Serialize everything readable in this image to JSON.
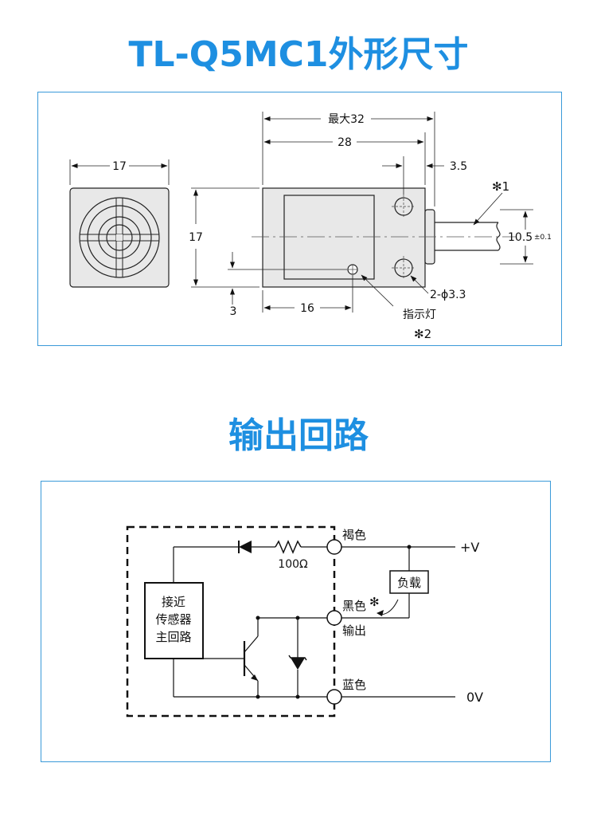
{
  "titles": {
    "dimensions": "TL-Q5MC1外形尺寸",
    "circuit": "输出回路"
  },
  "dimension_drawing": {
    "front_width": "17",
    "max_length": "最大32",
    "body_length": "28",
    "hole_offset": "3.5",
    "height": "17",
    "cable_diameter": "10.5",
    "cable_tolerance": "±0.1",
    "note1": "✻1",
    "hole_spec": "2-ϕ3.3",
    "indicator_label": "指示灯",
    "note2": "✻2",
    "indicator_x": "16",
    "indicator_y": "3"
  },
  "circuit_diagram": {
    "resistor": "100Ω",
    "main_circuit_lines": [
      "接近",
      "传感器",
      "主回路"
    ],
    "wire_brown": "褐色",
    "wire_black": "黑色",
    "black_note": "✻",
    "output_label": "输出",
    "wire_blue": "蓝色",
    "load": "负载",
    "supply_pos": "+V",
    "supply_zero": "0V"
  },
  "colors": {
    "accent": "#1e8fe1",
    "panel_border": "#3a9ad9",
    "housing_fill": "#e8e8e8"
  }
}
